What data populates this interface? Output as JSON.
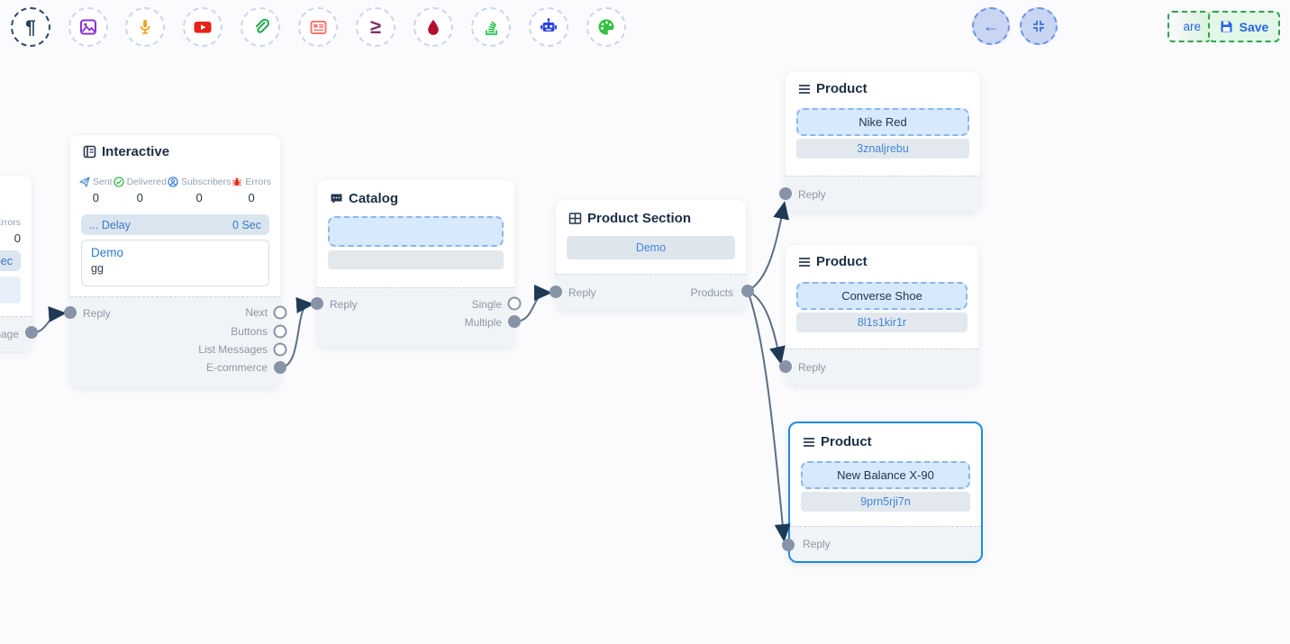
{
  "colors": {
    "accent_blue": "#2e7cd6",
    "save_green": "#2da44e",
    "selected_node_border": "#1d8ae5",
    "wire": "#5c6f85",
    "handle": "#8793a6"
  },
  "toolbar": {
    "paragraph_glyph": "¶",
    "gte_glyph": "≥"
  },
  "header_actions": {
    "back_glyph": "←",
    "share_visible_text": "are",
    "save_label": "Save"
  },
  "partial_node": {
    "errors_label": "Errors",
    "errors_value": "0",
    "delay_value": "Sec",
    "output_label": "Message"
  },
  "interactive": {
    "title": "Interactive",
    "stats": [
      {
        "label": "Sent",
        "value": "0"
      },
      {
        "label": "Delivered",
        "value": "0"
      },
      {
        "label": "Subscribers",
        "value": "0"
      },
      {
        "label": "Errors",
        "value": "0"
      }
    ],
    "delay_label": "... Delay",
    "delay_value": "0 Sec",
    "message_title": "Demo",
    "message_body": "gg",
    "input_label": "Reply",
    "outputs": [
      "Next",
      "Buttons",
      "List Messages",
      "E-commerce"
    ]
  },
  "catalog": {
    "title": "Catalog",
    "input_label": "Reply",
    "outputs": [
      "Single",
      "Multiple"
    ]
  },
  "product_section": {
    "title": "Product Section",
    "chip": "Demo",
    "input_label": "Reply",
    "output_label": "Products"
  },
  "products": [
    {
      "title": "Product",
      "name": "Nike Red",
      "id": "3znaljrebu",
      "input_label": "Reply"
    },
    {
      "title": "Product",
      "name": "Converse Shoe",
      "id": "8l1s1kir1r",
      "input_label": "Reply"
    },
    {
      "title": "Product",
      "name": "New Balance X-90",
      "id": "9prn5rji7n",
      "input_label": "Reply"
    }
  ]
}
